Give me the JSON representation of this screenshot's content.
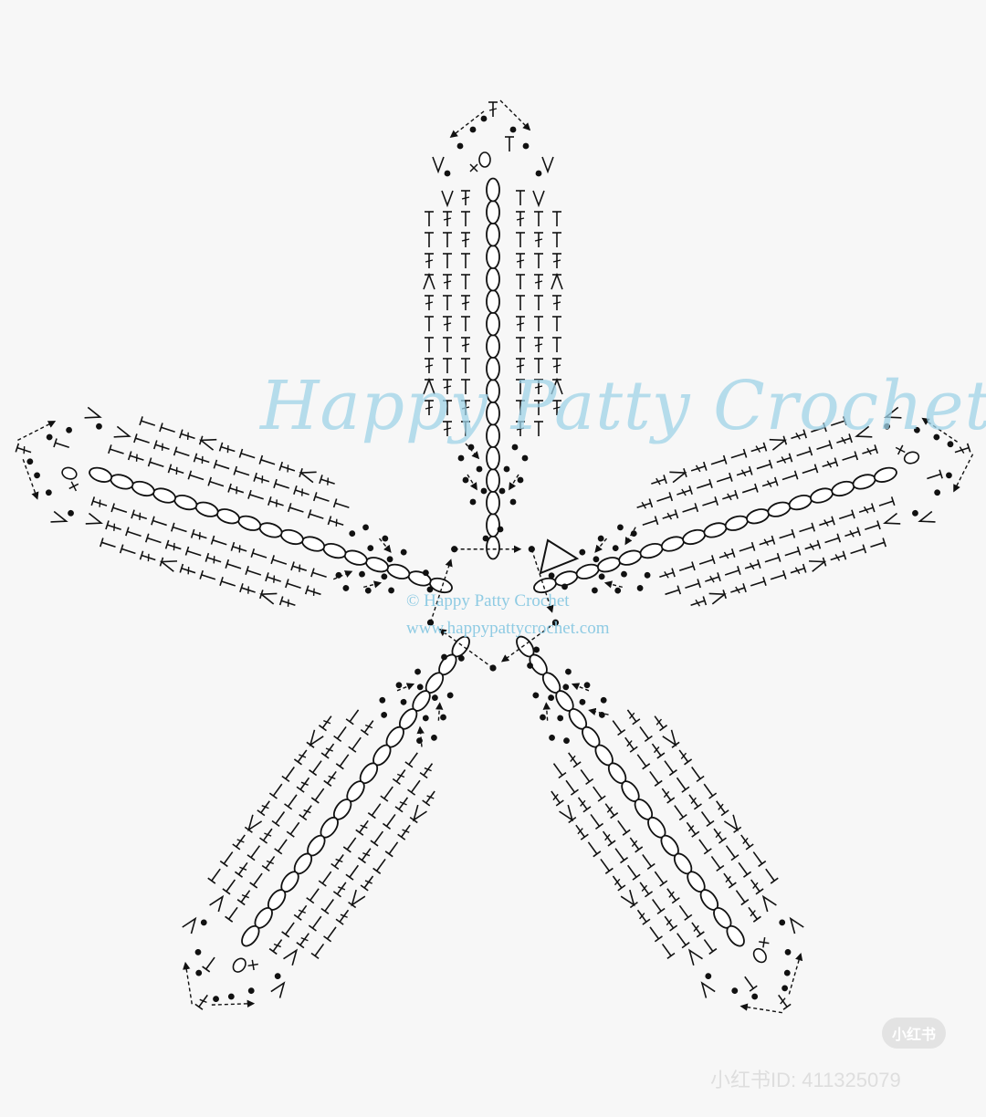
{
  "watermark": {
    "brand": "Happy Patty Crochet",
    "copyright": "© Happy Patty Crochet",
    "url": "www.happypattycrochet.com"
  },
  "platform": {
    "badge": "小红书",
    "user_id": "小红书ID: 411325079"
  },
  "diagram": {
    "colors": {
      "ink": "#111111",
      "background": "#f7f7f7",
      "watermark": "#9fd3e8"
    },
    "petal_count": 5
  }
}
